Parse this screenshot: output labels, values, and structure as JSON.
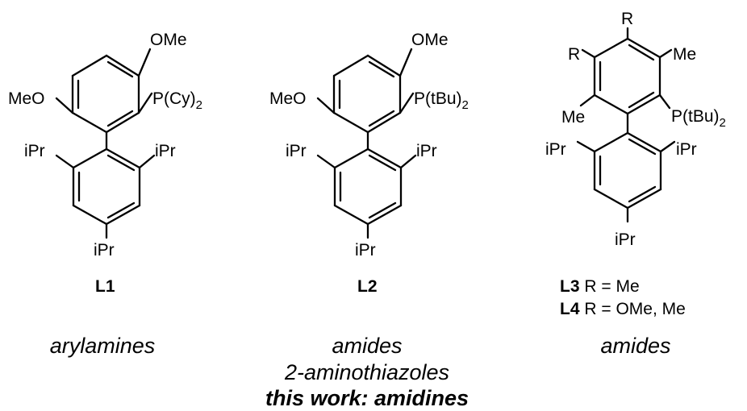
{
  "ligands": [
    {
      "id": "L1",
      "substituents": {
        "top": "OMe",
        "left": "MeO",
        "phos_prefix": "P(Cy)",
        "phos_sub": "2",
        "iprA": "iPr",
        "iprB": "iPr",
        "iprC": "iPr"
      },
      "caption_bold": "L1",
      "application": "arylamines"
    },
    {
      "id": "L2",
      "substituents": {
        "top": "OMe",
        "left": "MeO",
        "phos_prefix": "P(tBu)",
        "phos_sub": "2",
        "iprA": "iPr",
        "iprB": "iPr",
        "iprC": "iPr"
      },
      "caption_bold": "L2",
      "application": "amides",
      "application_2": "2-aminothiazoles",
      "application_3": "this work: amidines"
    },
    {
      "id": "L3_L4",
      "substituents": {
        "top": "R",
        "r_left": "R",
        "me_right": "Me",
        "me_left": "Me",
        "phos_prefix": "P(tBu)",
        "phos_sub": "2",
        "iprA": "iPr",
        "iprB": "iPr",
        "iprC": "iPr"
      },
      "caption_line1_bold": "L3",
      "caption_line1_text": " R = Me",
      "caption_line2_bold": "L4",
      "caption_line2_text": " R = OMe, Me",
      "application": "amides"
    }
  ]
}
